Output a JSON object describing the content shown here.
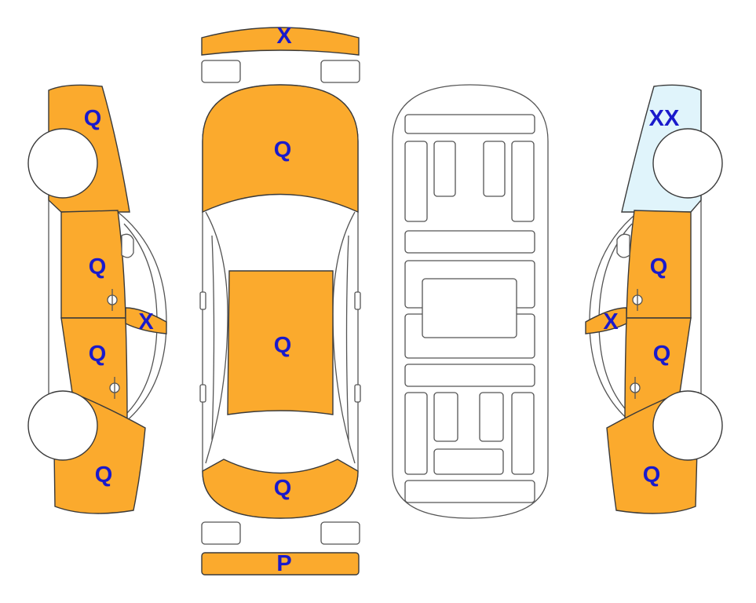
{
  "colors": {
    "damaged": "#FBAA2D",
    "special": "#E0F4FB",
    "outline": "#3a3a3a",
    "label": "#1a1acb"
  },
  "panels": {
    "front_bumper": {
      "code": "X",
      "status": "damaged"
    },
    "rear_bumper": {
      "code": "P",
      "status": "damaged"
    },
    "hood": {
      "code": "Q",
      "status": "damaged"
    },
    "roof": {
      "code": "Q",
      "status": "damaged"
    },
    "trunk": {
      "code": "Q",
      "status": "damaged"
    },
    "left_front_fender": {
      "code": "Q",
      "status": "damaged"
    },
    "left_front_door": {
      "code": "Q",
      "status": "damaged"
    },
    "left_rear_door": {
      "code": "Q",
      "status": "damaged"
    },
    "left_rear_quarter": {
      "code": "Q",
      "status": "damaged"
    },
    "left_mirror": {
      "code": "X",
      "status": "damaged"
    },
    "right_front_fender": {
      "code": "XX",
      "status": "special"
    },
    "right_front_door": {
      "code": "Q",
      "status": "damaged"
    },
    "right_rear_door": {
      "code": "Q",
      "status": "damaged"
    },
    "right_rear_quarter": {
      "code": "Q",
      "status": "damaged"
    },
    "right_mirror": {
      "code": "X",
      "status": "damaged"
    }
  }
}
